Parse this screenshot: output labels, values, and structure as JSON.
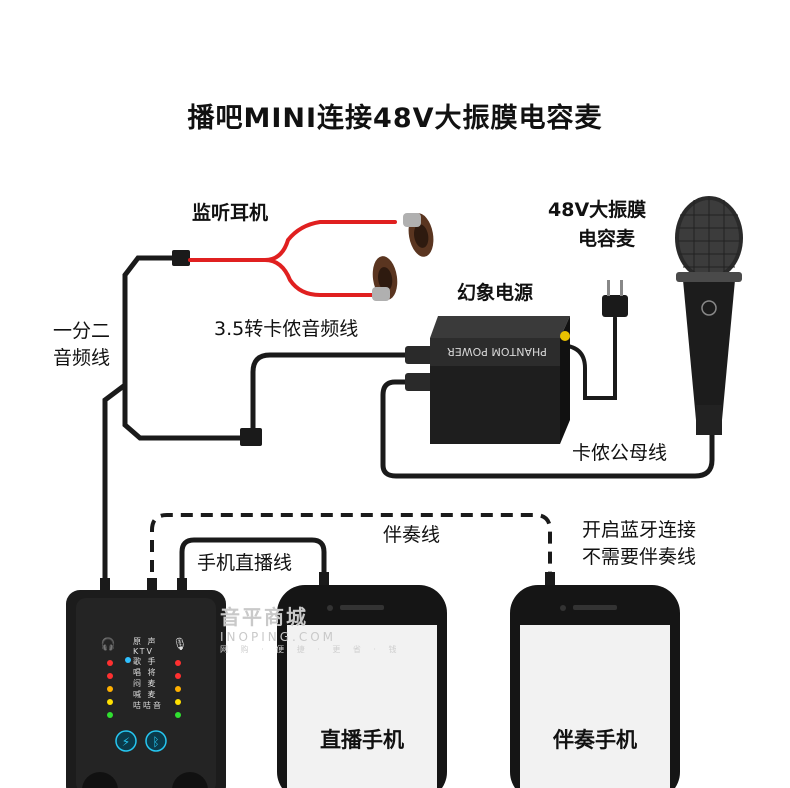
{
  "title": "播吧MINI连接48V大振膜电容麦",
  "labels": {
    "headphones": "监听耳机",
    "mic_line1": "48V大振膜",
    "mic_line2": "电容麦",
    "phantom": "幻象电源",
    "cable_35": "3.5转卡侬音频线",
    "splitter_line1": "一分二",
    "splitter_line2": "音频线",
    "xlr": "卡侬公母线",
    "accomp_line": "伴奏线",
    "live_line": "手机直播线",
    "bt_line1": "开启蓝牙连接",
    "bt_line2": "不需要伴奏线"
  },
  "phantom_box_text": "PHANTOM POWER",
  "phones": [
    {
      "label": "直播手机"
    },
    {
      "label": "伴奏手机"
    }
  ],
  "soundcard": {
    "modes": [
      "原 声",
      "KTV",
      "歌 手",
      "唱 将",
      "闷 麦",
      "喊 麦",
      "咭咭音"
    ]
  },
  "watermark": {
    "name": "音平商城",
    "domain": "INOPING.COM",
    "slogan": "网 购 · 便 捷 · 更 省 · 钱"
  },
  "colors": {
    "cable": "#1a1a1a",
    "headphone_cable": "#e02020",
    "device_body": "#1c1c1c",
    "phone_body": "#151515",
    "screen": "#f2f2f2"
  }
}
